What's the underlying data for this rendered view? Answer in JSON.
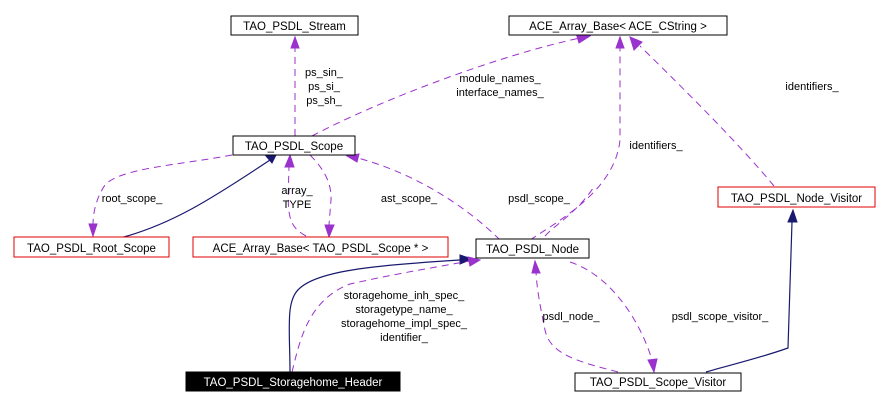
{
  "diagram": {
    "type": "collaboration-graph",
    "colors": {
      "usage_edge": "#9a32cd",
      "inheritance_edge": "#191970",
      "documented_border": "#000000",
      "undocumented_border": "#e00000",
      "focus_fill": "#000000"
    },
    "nodes": {
      "stream": "TAO_PSDL_Stream",
      "ace_cstring": "ACE_Array_Base< ACE_CString >",
      "scope": "TAO_PSDL_Scope",
      "node_visitor": "TAO_PSDL_Node_Visitor",
      "root_scope": "TAO_PSDL_Root_Scope",
      "ace_scope": "ACE_Array_Base< TAO_PSDL_Scope * >",
      "psdl_node": "TAO_PSDL_Node",
      "storagehome": "TAO_PSDL_Storagehome_Header",
      "scope_visitor": "TAO_PSDL_Scope_Visitor"
    },
    "edge_labels": {
      "ps_sin": "ps_sin_",
      "ps_si": "ps_si_",
      "ps_sh": "ps_sh_",
      "module_names": "module_names_",
      "interface_names": "interface_names_",
      "identifiers_visitor": "identifiers_",
      "identifiers_node": "identifiers_",
      "root_scope": "root_scope_",
      "array": "array_",
      "type": "TYPE",
      "ast_scope": "ast_scope_",
      "psdl_scope": "psdl_scope_",
      "storagehome_inh_spec": "storagehome_inh_spec_",
      "storagetype_name": "storagetype_name_",
      "storagehome_impl_spec": "storagehome_impl_spec_",
      "identifier": "identifier_",
      "psdl_node": "psdl_node_",
      "psdl_scope_visitor": "psdl_scope_visitor_"
    }
  }
}
